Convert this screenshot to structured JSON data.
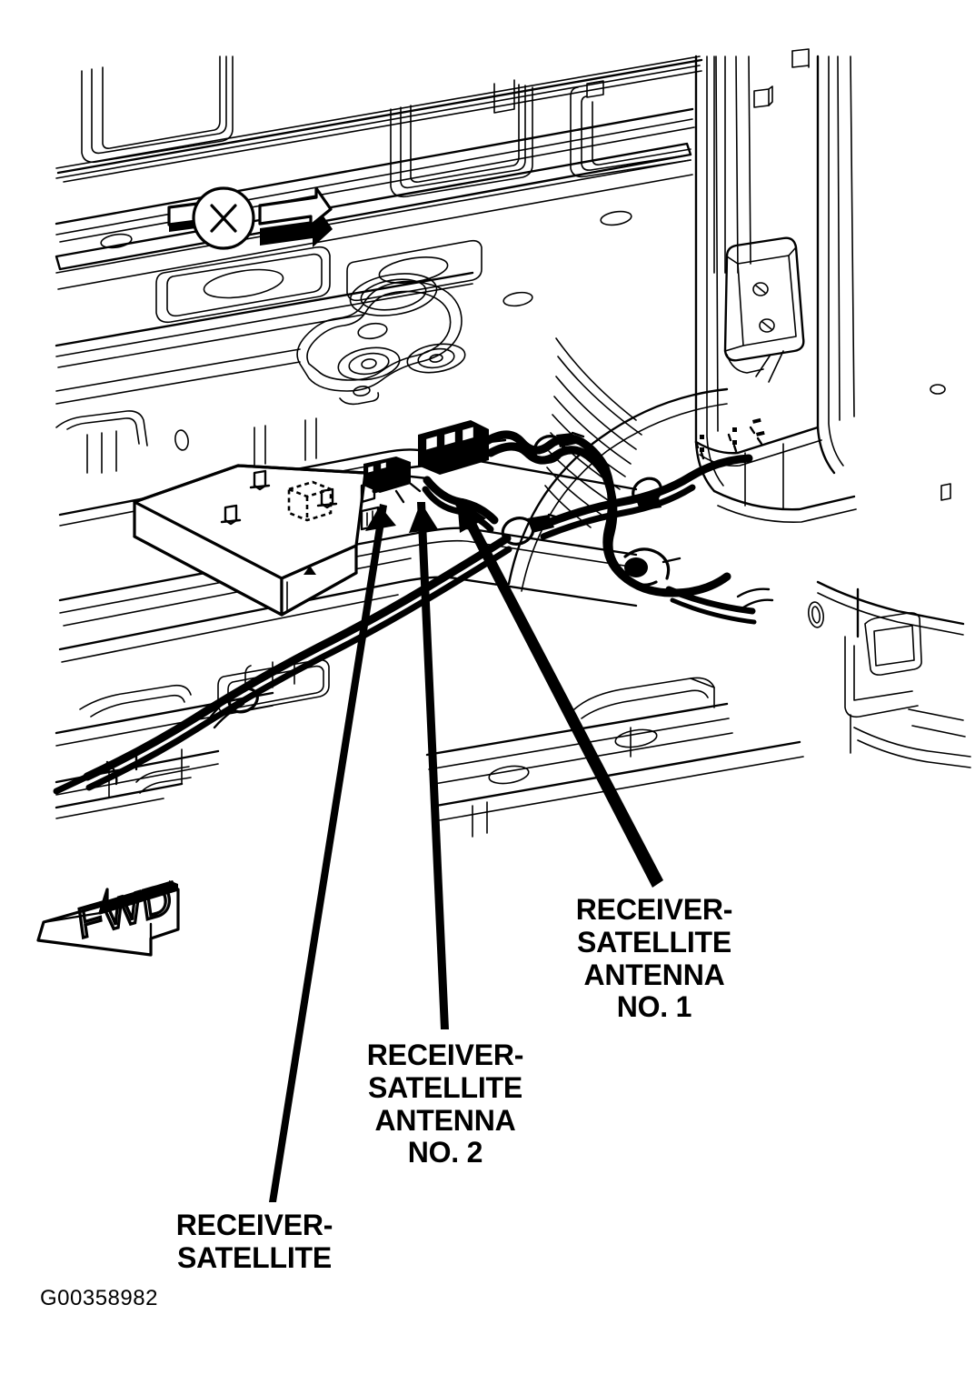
{
  "figure": {
    "id_label": "G00358982",
    "background_color": "#ffffff",
    "line_color": "#000000",
    "description": "Automotive service manual line drawing of a vehicle interior rear floor / quarter panel area showing the satellite radio receiver module and antenna cable routing."
  },
  "orientation_markers": {
    "fwd_arrow": {
      "label": "FWD",
      "direction": "left-down",
      "style": "3d-outlined-block-arrow"
    },
    "section_marker": {
      "label": "X",
      "shape": "circle-with-letter",
      "arrow_direction": "right",
      "style": "hollow-arrow-with-drop-shadow"
    }
  },
  "callouts": [
    {
      "name": "receiver-satellite-antenna-no-1",
      "lines": [
        "RECEIVER-",
        "SATELLITE",
        "ANTENNA",
        "NO. 1"
      ],
      "leader_from": [
        723,
        972
      ],
      "leader_to": [
        489,
        503
      ]
    },
    {
      "name": "receiver-satellite-antenna-no-2",
      "lines": [
        "RECEIVER-",
        "SATELLITE",
        "ANTENNA",
        "NO. 2"
      ],
      "leader_from": [
        489,
        1131
      ],
      "leader_to": [
        464,
        510
      ]
    },
    {
      "name": "receiver-satellite",
      "lines": [
        "RECEIVER-",
        "SATELLITE"
      ],
      "leader_from": [
        299,
        1318
      ],
      "leader_to": [
        419,
        521
      ]
    }
  ],
  "components": {
    "receiver_module": {
      "name": "receiver-satellite",
      "shape": "flat-rectangular-box-isometric",
      "features": [
        "mounting-studs",
        "connector-port",
        "ground-tab"
      ]
    },
    "antenna_connector_1": {
      "name": "antenna-no-1-connector"
    },
    "antenna_connector_2": {
      "name": "antenna-no-2-connector"
    },
    "harness": {
      "name": "antenna-coax-harness",
      "features": [
        "routing-clips",
        "retainer-loops",
        "grommet-pass-through"
      ]
    },
    "body_structure": {
      "features": [
        "quarter-window-opening",
        "b-pillar",
        "floor-pan-ribs",
        "drain-holes",
        "seat-belt-anchor-bracket",
        "rocker-sill"
      ]
    }
  }
}
